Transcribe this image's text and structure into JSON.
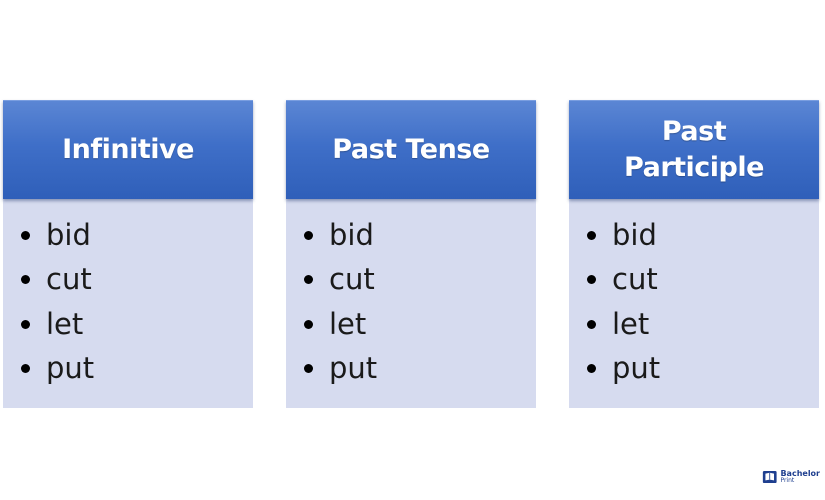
{
  "columns": [
    {
      "header": "Infinitive",
      "items": [
        "bid",
        "cut",
        "let",
        "put"
      ]
    },
    {
      "header": "Past Tense",
      "items": [
        "bid",
        "cut",
        "let",
        "put"
      ]
    },
    {
      "header": "Past\nParticiple",
      "items": [
        "bid",
        "cut",
        "let",
        "put"
      ]
    }
  ],
  "logo": {
    "line1": "Bachelor",
    "line2": "Print"
  },
  "colors": {
    "header_blue": "#3f6fc8",
    "body_lavender": "#d6dbef",
    "logo_blue": "#1f3f8f"
  }
}
